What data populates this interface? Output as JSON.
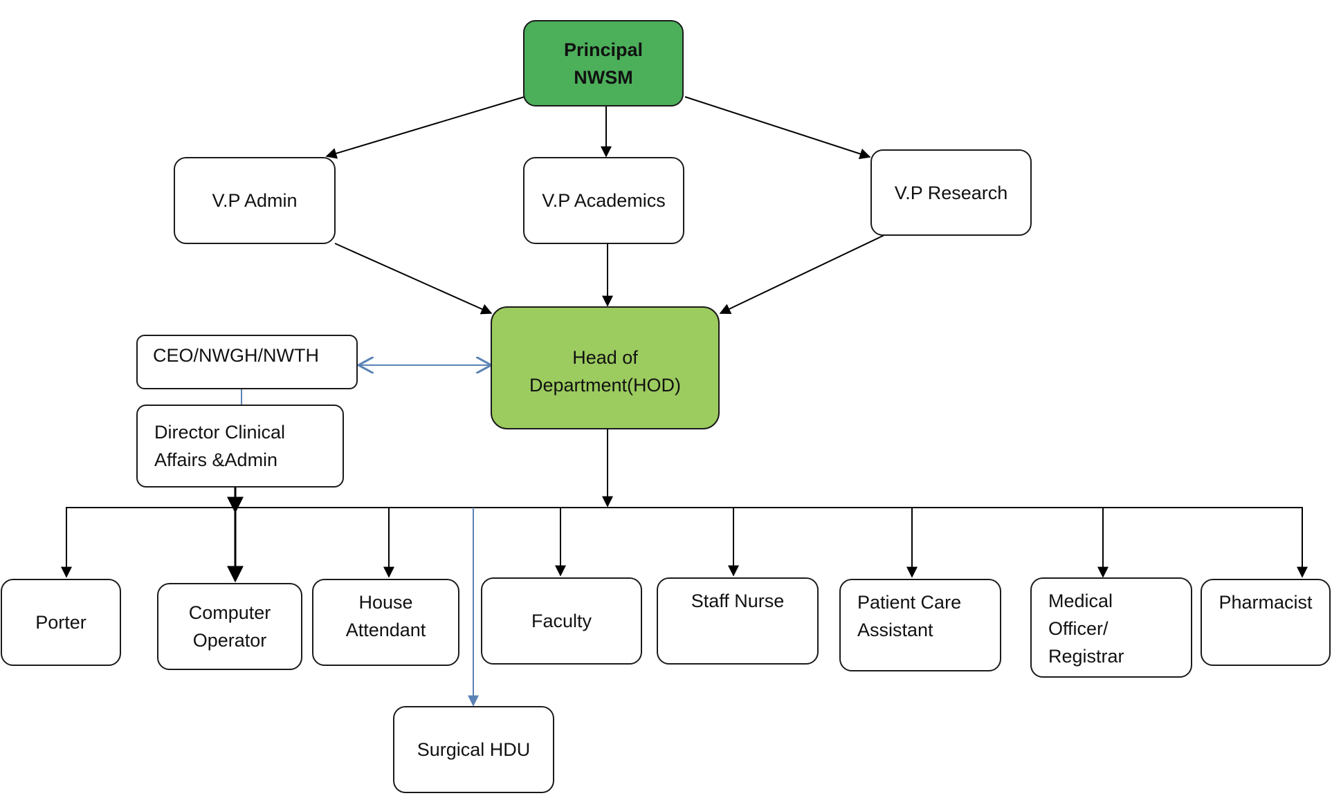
{
  "colors": {
    "principal_fill": "#4CAF5A",
    "hod_fill": "#9CCB5F",
    "border": "#1a1a1a",
    "blue_connector": "#5A82B4",
    "line": "#000000"
  },
  "nodes": {
    "principal": "Principal\nNWSM",
    "vp_admin": "V.P Admin",
    "vp_academics": "V.P Academics",
    "vp_research": "V.P Research",
    "ceo": "CEO/NWGH/NWTH",
    "director": "Director Clinical\nAffairs &Admin",
    "hod": "Head of\nDepartment(HOD)",
    "porter": "Porter",
    "computer_operator": "Computer\nOperator",
    "house_attendant": "House\nAttendant",
    "surgical_hdu": "Surgical HDU",
    "faculty": "Faculty",
    "staff_nurse": "Staff Nurse",
    "patient_care_assistant": "Patient Care\nAssistant",
    "medical_officer": "Medical\nOfficer/\nRegistrar",
    "pharmacist": "Pharmacist"
  }
}
